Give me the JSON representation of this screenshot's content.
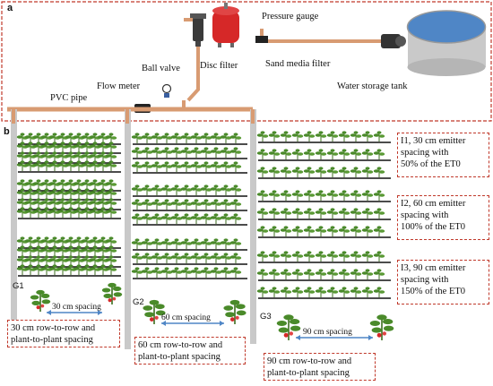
{
  "panels": {
    "a": "a",
    "b": "b"
  },
  "labels": {
    "pressure_gauge": "Pressure gauge",
    "disc_filter": "Disc filter",
    "sand_media_filter": "Sand media filter",
    "ball_valve": "Ball valve",
    "flow_meter": "Flow meter",
    "pvc_pipe": "PVC pipe",
    "water_storage_tank": "Water storage tank"
  },
  "irrigation_boxes": [
    {
      "line1": "I1, 30 cm emitter",
      "line2": "spacing with",
      "line3": "50% of the ET0"
    },
    {
      "line1": "I2, 60 cm emitter",
      "line2": "spacing with",
      "line3": "100% of the ET0"
    },
    {
      "line1": "I3, 90 cm emitter",
      "line2": "spacing with",
      "line3": "150% of the ET0"
    }
  ],
  "groups": [
    {
      "id": "G1",
      "spacing_label": "30 cm spacing",
      "box_line1": "30 cm row-to-row and",
      "box_line2": "plant-to-plant spacing"
    },
    {
      "id": "G2",
      "spacing_label": "60 cm spacing",
      "box_line1": "60 cm row-to-row and",
      "box_line2": "plant-to-plant spacing"
    },
    {
      "id": "G3",
      "spacing_label": "90 cm spacing",
      "box_line1": "90 cm row-to-row and",
      "box_line2": "plant-to-plant spacing"
    }
  ],
  "colors": {
    "border": "#c0392b",
    "pipe": "#d89b72",
    "drip_line": "#111111",
    "plant": "#4a8a2a",
    "tank_water": "#4f86c6",
    "filter_red": "#d62828",
    "arrow": "#4f86c6"
  }
}
